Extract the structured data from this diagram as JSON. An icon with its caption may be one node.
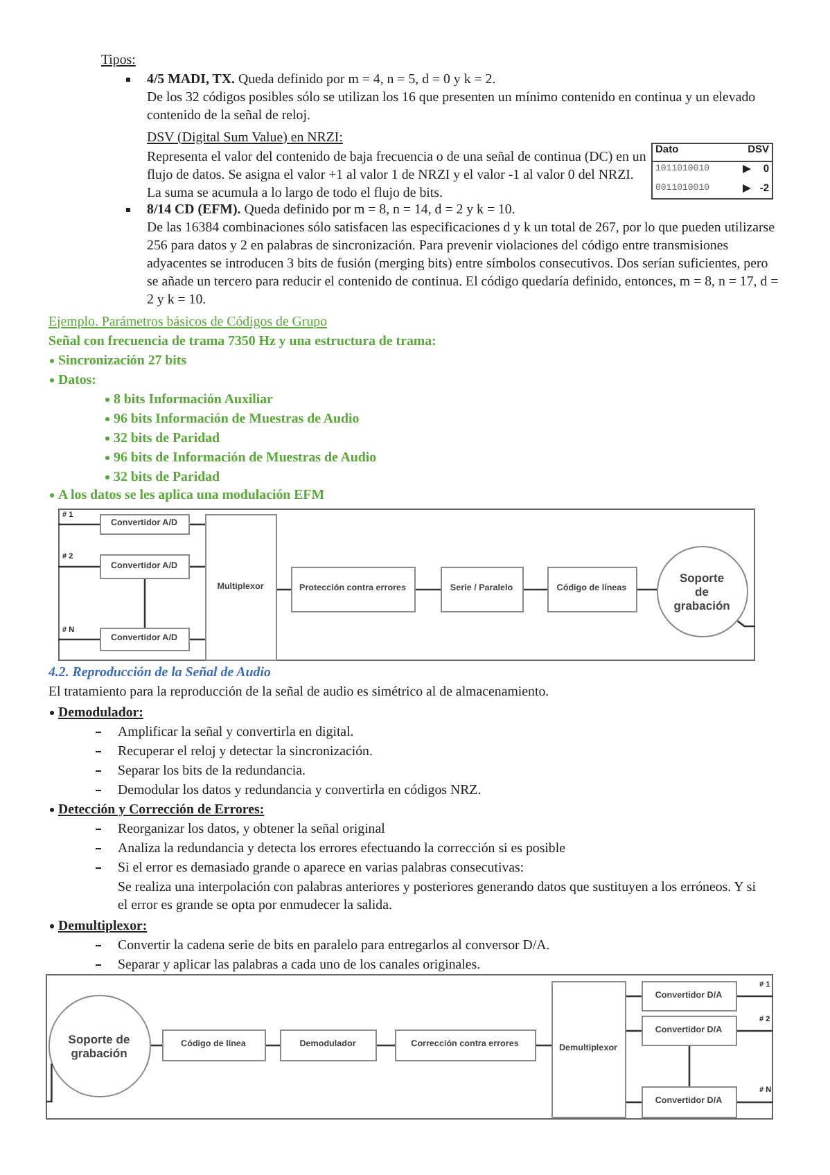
{
  "diagram": {
    "nodes": [
      {
        "text": [],
        "shape": "box"
      },
      {
        "text": [
          "Convertidor A/D"
        ],
        "in": 0
      },
      {
        "text": [
          "Convertidor A/D"
        ],
        "in": 0
      },
      {
        "text": [
          "Convertidor A/D"
        ],
        "in": 0
      },
      {
        "text": [
          "Multiplexor"
        ],
        "in": 0
      },
      {
        "text": [
          "Protección contra errores"
        ],
        "in": 0
      },
      {
        "text": [
          "Serie / Paralelo"
        ],
        "in": 0
      },
      {
        "text": [
          "Código de líneas"
        ],
        "in": 0
      },
      {
        "text": [
          "Soporte de grabación"
        ],
        "in": 0
      },
      {
        "text": [],
        "shape": "box"
      },
      {
        "text": [
          "Soporte de grabación"
        ],
        "in": 9
      },
      {
        "text": [
          "Código de línea"
        ],
        "in": 9
      },
      {
        "text": [
          "Demodulador"
        ],
        "in": 9
      },
      {
        "text": [
          "Corrección contra errores"
        ],
        "in": 9
      },
      {
        "text": [
          "Demultiplexor"
        ],
        "in": 9
      },
      {
        "text": [
          "Convertidor D/A"
        ],
        "in": 9
      },
      {
        "text": [
          "Convertidor D/A"
        ],
        "in": 9
      },
      {
        "text": [
          "Convertidor D/A"
        ],
        "in": 9
      }
    ],
    "edges": [
      {
        "from": 0,
        "to": 1,
        "arrow": "none"
      },
      {
        "from": 0,
        "to": 2,
        "arrow": "none"
      },
      {
        "from": 0,
        "to": 3,
        "arrow": "none"
      },
      {
        "from": 1,
        "to": 4,
        "arrow": "none"
      },
      {
        "from": 2,
        "to": 4,
        "arrow": "none"
      },
      {
        "from": 3,
        "to": 4,
        "arrow": "none"
      },
      {
        "from": 2,
        "to": 3,
        "arrow": "none"
      },
      {
        "from": 4,
        "to": 5,
        "arrow": "none"
      },
      {
        "from": 5,
        "to": 6,
        "arrow": "none"
      },
      {
        "from": 6,
        "to": 7,
        "arrow": "none"
      },
      {
        "from": 7,
        "to": 8,
        "arrow": "none"
      },
      {
        "from": 8,
        "to": 0,
        "arrow": "none"
      },
      {
        "from": 10,
        "to": 9,
        "arrow": "none"
      },
      {
        "from": 10,
        "to": 11,
        "arrow": "none"
      },
      {
        "from": 11,
        "to": 12,
        "arrow": "none"
      },
      {
        "from": 12,
        "to": 13,
        "arrow": "none"
      },
      {
        "from": 13,
        "to": 14,
        "arrow": "none"
      },
      {
        "from": 14,
        "to": 15,
        "arrow": "none"
      },
      {
        "from": 14,
        "to": 16,
        "arrow": "none"
      },
      {
        "from": 14,
        "to": 17,
        "arrow": "none"
      },
      {
        "from": 16,
        "to": 17,
        "arrow": "none"
      },
      {
        "from": 15,
        "to": 9,
        "arrow": "none"
      },
      {
        "from": 16,
        "to": 9,
        "arrow": "none"
      },
      {
        "from": 17,
        "to": 9,
        "arrow": "none"
      }
    ],
    "labels": [
      "Tipos:",
      "**4/5 MADI, TX.** Queda definido por m = 4, n = 5, d = 0 y k = 2.",
      "De los 32 códigos posibles sólo se utilizan los 16 que presenten un mínimo contenido en continua y un elevado contenido de la señal de reloj.",
      "DSV (Digital Sum Value) en NRZI:",
      "Representa el valor del contenido de baja frecuencia o de una señal de continua (DC) en un flujo de datos. Se asigna el valor +1 al valor 1 de NRZI y el valor -1 al valor 0 del NRZI. La suma se acumula a lo largo de todo el flujo de bits.",
      "Dato",
      "DSV",
      "1011010010",
      "0",
      "0011010010",
      "-2",
      "**8/14 CD (EFM).** Queda definido por m = 8, n = 14, d = 2 y k = 10.",
      "De las 16384 combinaciones sólo satisfacen las especificaciones d y k un total de 267, por lo que pueden utilizarse 256 para datos y 2 en palabras de sincronización. Para prevenir violaciones del código entre transmisiones adyacentes se introducen 3 bits de fusión (merging bits) entre símbolos consecutivos. Dos serían suficientes, pero se añade un tercero para reducir el contenido de continua. El código quedaría definido, entonces, m = 8, n = 17, d = 2 y k = 10.",
      "Ejemplo. Parámetros básicos de Códigos de Grupo",
      "Señal con frecuencia de trama 7350 Hz y una estructura de trama:",
      "Sincronización 27 bits",
      "Datos:",
      "8 bits Información Auxiliar",
      "96 bits Información de Muestras de Audio",
      "32 bits de Paridad",
      "96 bits de Información de Muestras de Audio",
      "32 bits de Paridad",
      "A los datos se les aplica una modulación EFM",
      "# 1",
      "# 2",
      "# N",
      "4.2. Reproducción de la Señal de Audio",
      "El tratamiento para la reproducción de la señal de audio es simétrico al de almacenamiento.",
      "Demodulador:",
      "Amplificar la señal y convertirla en digital.",
      "Recuperar el reloj y detectar la sincronización.",
      "Separar los bits de la redundancia.",
      "Demodular los datos y redundancia y convertirla en códigos NRZ.",
      "Detección y Corrección de Errores:",
      "Reorganizar los datos, y obtener la señal original",
      "Analiza la redundancia y detecta los errores efectuando la corrección si es posible",
      "Si el error es demasiado grande o aparece en varias palabras consecutivas:",
      "Se realiza una interpolación con palabras anteriores y posteriores generando datos que sustituyen a los erróneos. Y si el error es grande se opta por enmudecer la salida.",
      "Demultiplexor:",
      "Convertir la cadena serie de bits en paralelo para entregarlos al conversor D/A.",
      "Separar y aplicar las palabras a cada uno de los canales originales.",
      "# 1",
      "# 2",
      "# N"
    ]
  }
}
